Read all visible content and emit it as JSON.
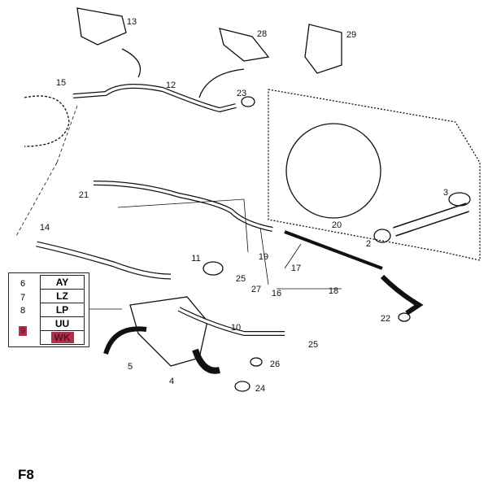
{
  "callouts": [
    "13",
    "28",
    "29",
    "15",
    "12",
    "23",
    "21",
    "3",
    "14",
    "20",
    "2",
    "11",
    "19",
    "17",
    "25",
    "27",
    "16",
    "18",
    "22",
    "10",
    "25",
    "5",
    "26",
    "4",
    "24"
  ],
  "legend": {
    "rows": [
      {
        "number": "6",
        "code": "AY",
        "highlighted": false
      },
      {
        "number": "7",
        "code": "LZ",
        "highlighted": false
      },
      {
        "number": "8",
        "code": "LP",
        "highlighted": false
      },
      {
        "number": "",
        "code": "UU",
        "highlighted": false
      },
      {
        "number": "9",
        "code": "WK",
        "highlighted": true
      }
    ],
    "highlight_color": "#b03050"
  },
  "page_label": "F8"
}
